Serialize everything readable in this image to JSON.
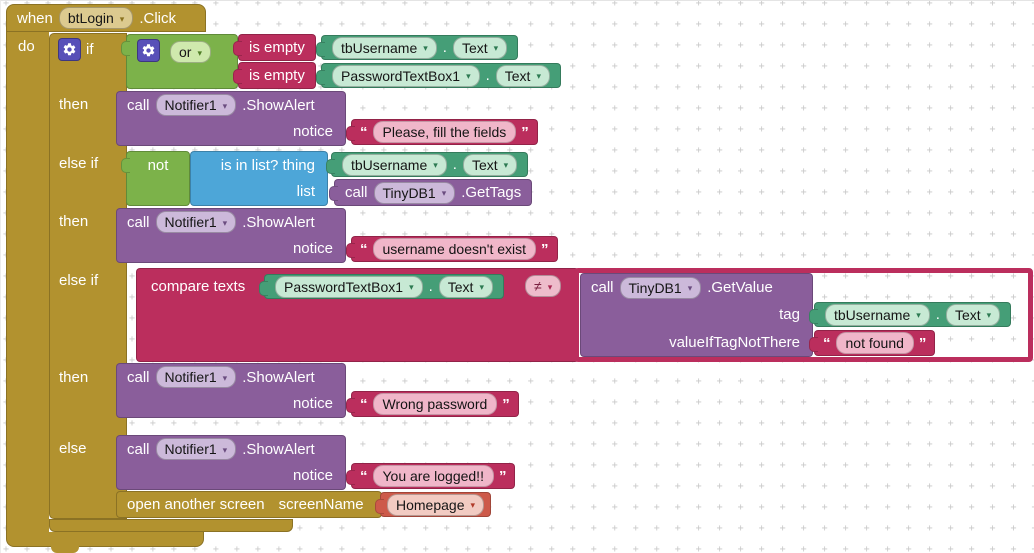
{
  "colors": {
    "control_gold": "#b2922f",
    "logic_green": "#7cb24a",
    "lists_blue": "#4da6d8",
    "text_crimson": "#bb2e5d",
    "component_purple": "#8a5e9b",
    "getter_green": "#459e77",
    "screen_red": "#cd5a4a",
    "gear_indigo": "#5850b8",
    "grid_gray": "#c9c9c9"
  },
  "ui": {
    "dropdown_arrow": "▾",
    "open_quote": "“",
    "close_quote": "”"
  },
  "when_block": {
    "keyword": "when",
    "component": "btLogin",
    "event": ".Click",
    "do": "do"
  },
  "if_block": {
    "if": "if",
    "then": "then",
    "else_if": "else if",
    "else": "else"
  },
  "logic": {
    "or": "or",
    "not": "not",
    "is_empty": "is empty",
    "compare_texts": "compare texts",
    "not_equal": "≠"
  },
  "lists": {
    "is_in_list": "is in list? thing",
    "list": "list"
  },
  "getters": {
    "username": {
      "component": "tbUsername",
      "dot": ".",
      "property": "Text"
    },
    "password": {
      "component": "PasswordTextBox1",
      "dot": ".",
      "property": "Text"
    }
  },
  "notifier": {
    "call": "call",
    "component": "Notifier1",
    "method": ".ShowAlert",
    "param": "notice"
  },
  "tinydb": {
    "call": "call",
    "component": "TinyDB1",
    "get_tags": ".GetTags",
    "get_value": ".GetValue",
    "tag_param": "tag",
    "value_if_param": "valueIfTagNotThere"
  },
  "strings": {
    "fill_fields": "Please, fill the fields",
    "username_missing": "username doesn't exist",
    "not_found": "not found",
    "wrong_password": "Wrong password",
    "logged_in": "You are logged!!"
  },
  "control": {
    "open_screen": "open another screen",
    "param": "screenName",
    "screen": "Homepage"
  }
}
